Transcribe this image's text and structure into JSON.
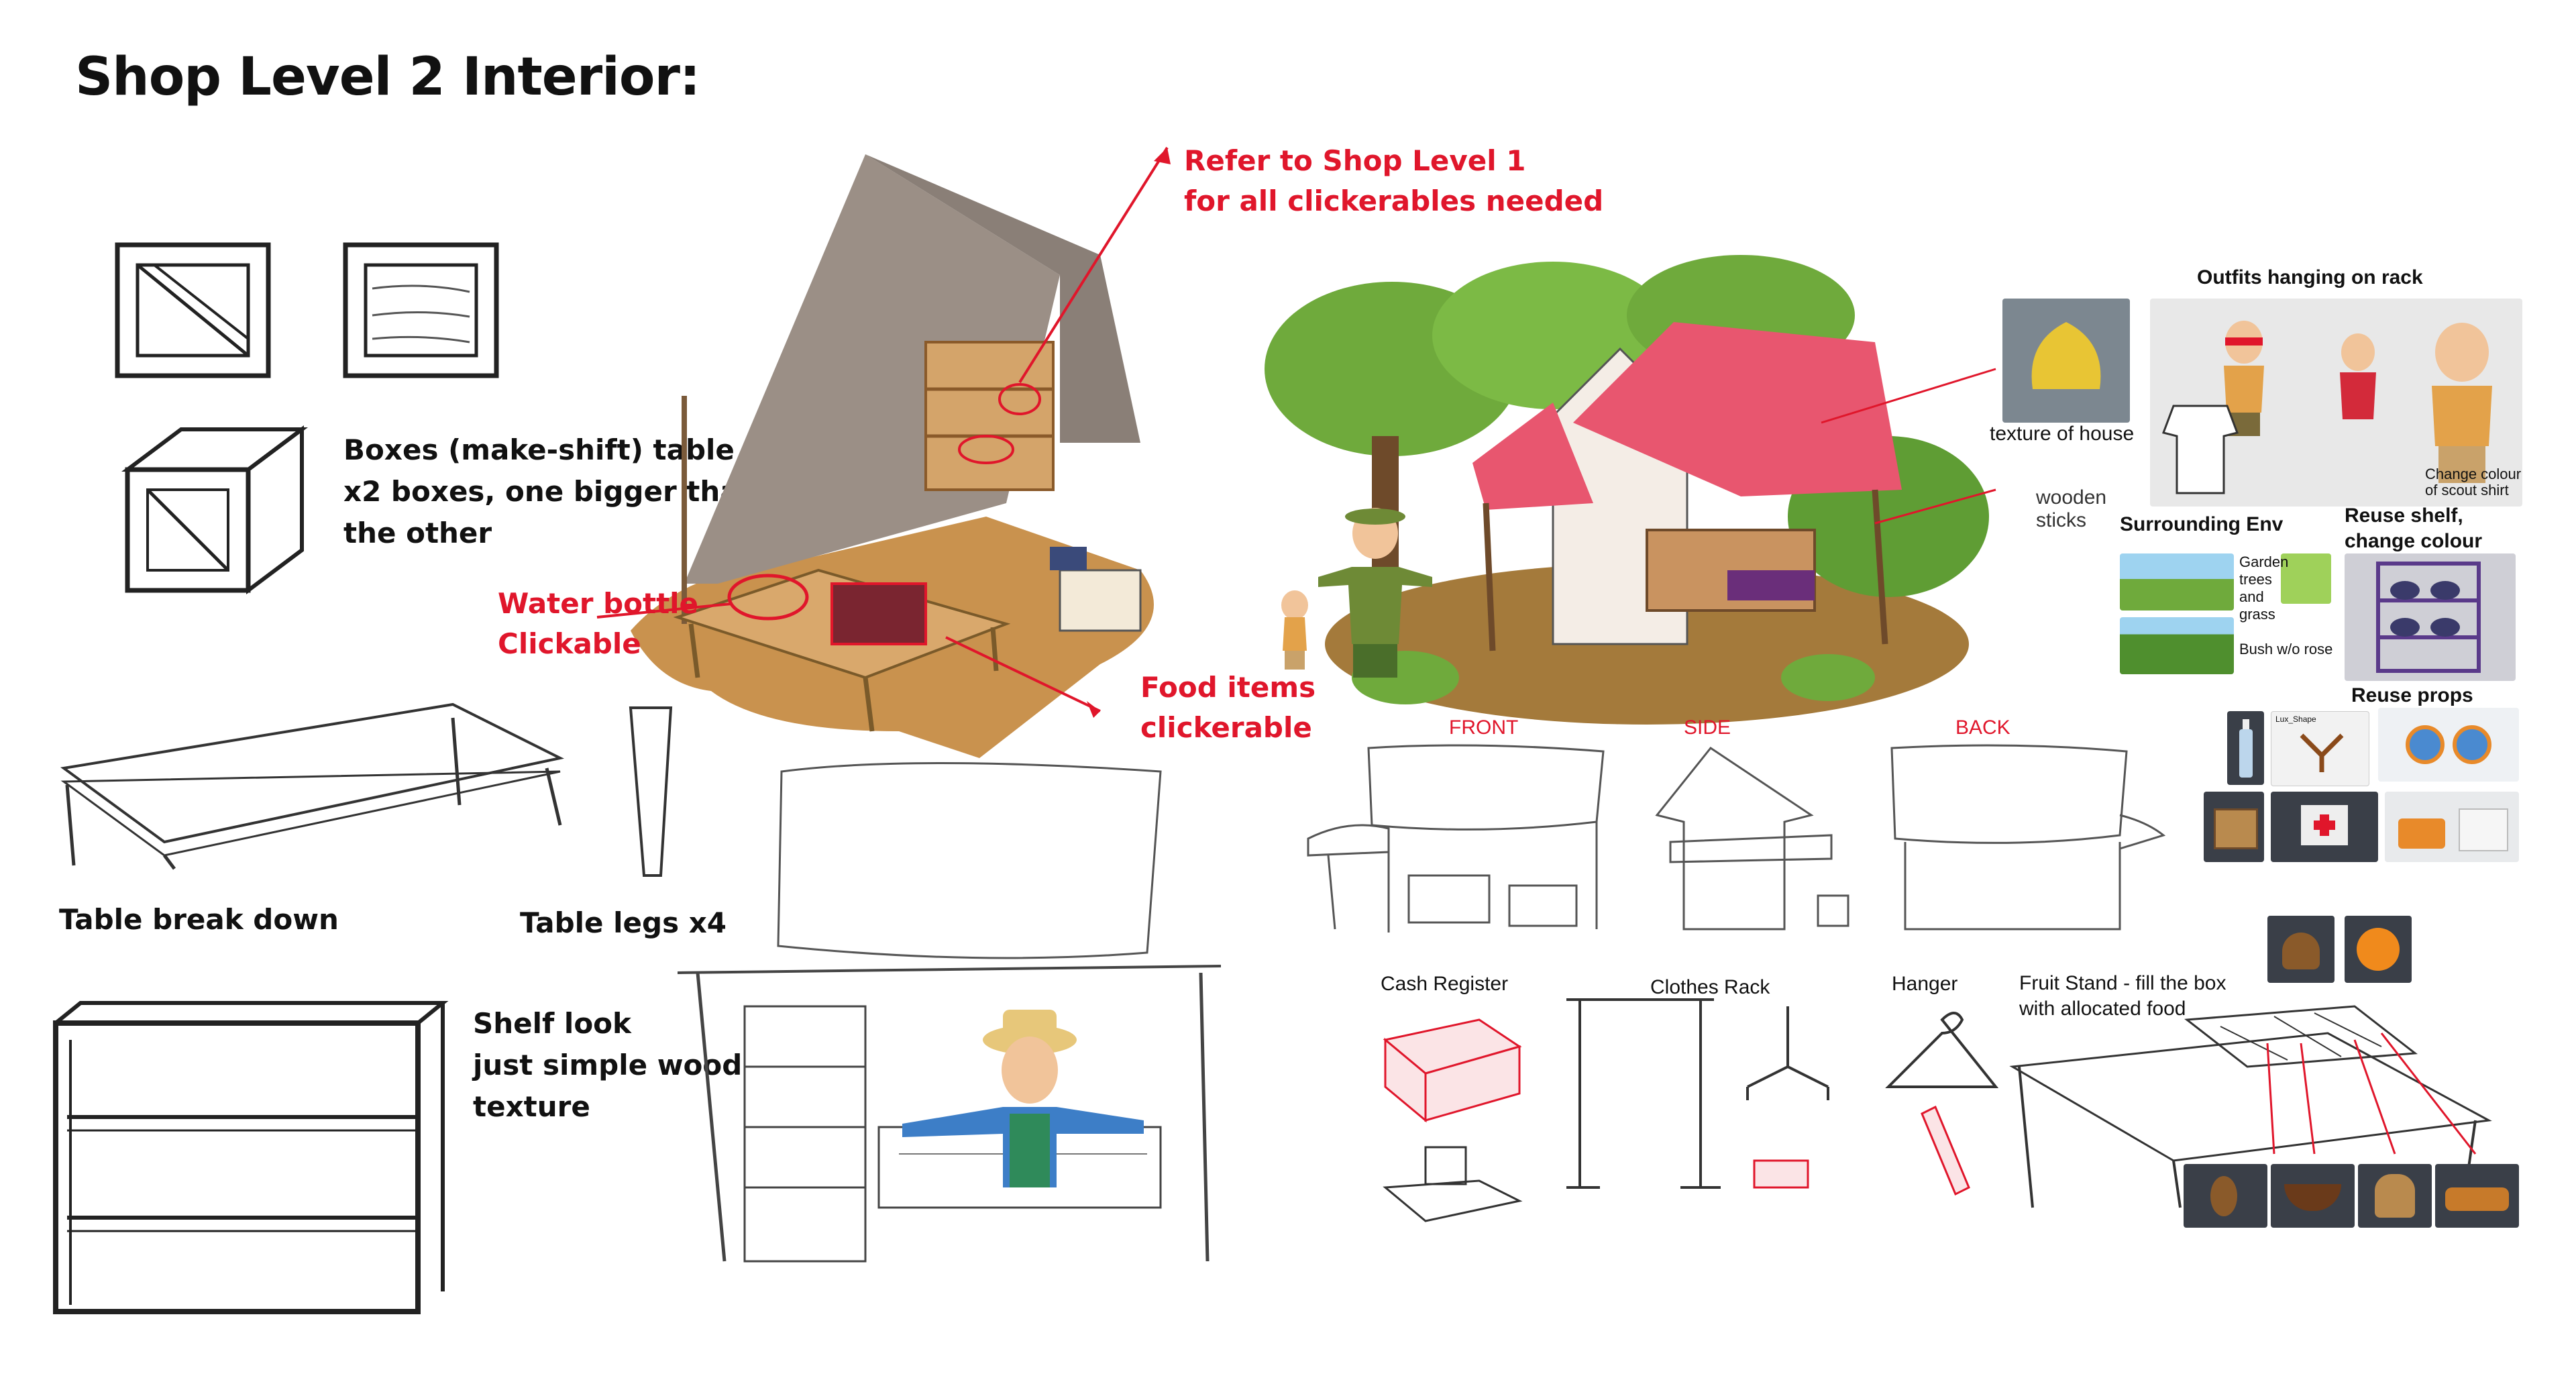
{
  "title": "Shop Level 2 Interior:",
  "notes": {
    "boxes": [
      "Boxes (make-shift) table",
      "x2 boxes, one bigger than",
      "the other"
    ],
    "table_breakdown": "Table break down",
    "table_legs": "Table legs x4",
    "shelf": [
      "Shelf look",
      "just simple wood",
      "texture"
    ],
    "refer": [
      "Refer to Shop Level 1",
      "for all clickerables needed"
    ],
    "water": [
      "Water bottle",
      "Clickable"
    ],
    "food": [
      "Food items",
      "clickerable"
    ],
    "texture_house": "texture of house",
    "wooden_sticks": [
      "wooden",
      "sticks"
    ],
    "outfits": "Outfits hanging on rack",
    "change_colour_shirt": [
      "Change colour",
      "of scout shirt"
    ],
    "surrounding_env": "Surrounding Env",
    "garden": [
      "Garden",
      "trees",
      "and",
      "grass"
    ],
    "bush": "Bush w/o rose",
    "reuse_shelf": [
      "Reuse shelf,",
      "change colour"
    ],
    "reuse_props": "Reuse props",
    "prop_label": "Lux_Shape"
  },
  "views": {
    "front": "FRONT",
    "side": "SIDE",
    "back": "BACK"
  },
  "items": {
    "cash_register": "Cash Register",
    "clothes_rack": "Clothes Rack",
    "hanger": "Hanger",
    "fruit_stand": [
      "Fruit Stand - fill the box",
      "with allocated food"
    ]
  },
  "colors": {
    "accent_red": "#e0162b",
    "roof_pink": "#e8566f",
    "tent_grey": "#9b8f86",
    "ground": "#c9924e",
    "foliage": "#6faa3c"
  }
}
